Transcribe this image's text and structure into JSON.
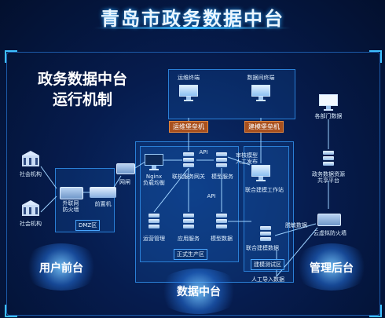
{
  "page_title": "青岛市政务数据中台",
  "heading": {
    "line1": "政务数据中台",
    "line2": "运行机制"
  },
  "zones": {
    "user_front": "用户前台",
    "data_center": "数据中台",
    "admin_back": "管理后台",
    "dmz": "DMZ区",
    "production": "正式生产区",
    "modeling_test": "建模测试区"
  },
  "bastions": {
    "ops": "运维堡垒机",
    "modeling": "建模堡垒机"
  },
  "nodes": {
    "org1": "社会机构",
    "org2": "社会机构",
    "external_firewall": "外联网\n防火墙",
    "front_server": "前置机",
    "gateway": "网闸",
    "nginx": "Nginx\n负载均衡",
    "federated_gateway": "联机服务网关",
    "model_service": "模型服务",
    "ops_management": "运营管理",
    "app_service": "应用服务",
    "model_data": "模型数据",
    "ops_terminal": "运维终端",
    "data_terminal": "数据间终端",
    "joint_workstation": "联合建模工作站",
    "joint_data": "联合建模数据",
    "dept_data": "各部门数据",
    "sharing_platform": "政务数据资源\n共享平台",
    "cloud_firewall": "云虚拟防火墙"
  },
  "edge_labels": {
    "api_top": "API",
    "api_mid": "API",
    "review": "审核模型\n人工发布",
    "desensitized": "脱敏数据",
    "manual_import": "人工导入数据"
  },
  "colors": {
    "accent": "#3fb4ff",
    "bastion": "#a8501e",
    "zone_border": "#2a7fd6"
  }
}
